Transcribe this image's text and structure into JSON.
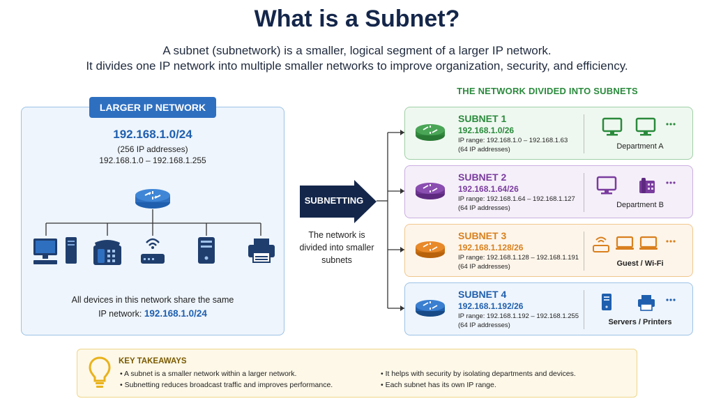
{
  "header": {
    "title": "What is a Subnet?",
    "subtitle_line1": "A subnet (subnetwork) is a smaller, logical segment of a larger IP network.",
    "subtitle_line2": "It divides one IP network into multiple smaller networks to improve organization, security, and efficiency."
  },
  "left": {
    "badge": "LARGER IP NETWORK",
    "ip": "192.168.1.0/24",
    "count": "(256 IP addresses)",
    "range": "192.168.1.0 – 192.168.1.255",
    "note_line1": "All devices in this network share the same",
    "note_prefix": "IP network: ",
    "note_ip": "192.168.1.0/24",
    "devices": [
      "desktop-computer-icon",
      "phone-icon",
      "wifi-router-icon",
      "server-icon",
      "printer-icon"
    ]
  },
  "middle": {
    "arrow_label": "SUBNETTING",
    "note": "The network is divided into smaller subnets"
  },
  "right": {
    "header": "THE NETWORK DIVIDED INTO SUBNETS",
    "subnets": [
      {
        "title": "SUBNET 1",
        "cidr": "192.168.1.0/26",
        "range": "IP range: 192.168.1.0 – 192.168.1.63",
        "count": "(64 IP addresses)",
        "dept": "Department A",
        "color": "#2a8a3c",
        "icons": [
          "monitor-icon",
          "monitor-icon",
          "more-icon"
        ]
      },
      {
        "title": "SUBNET 2",
        "cidr": "192.168.1.64/26",
        "range": "IP range: 192.168.1.64 – 192.168.1.127",
        "count": "(64 IP addresses)",
        "dept": "Department B",
        "color": "#7a3c9e",
        "icons": [
          "monitor-icon",
          "phone-icon",
          "more-icon"
        ]
      },
      {
        "title": "SUBNET 3",
        "cidr": "192.168.1.128/26",
        "range": "IP range: 192.168.1.128 – 192.168.1.191",
        "count": "(64 IP addresses)",
        "dept": "Guest / Wi-Fi",
        "color": "#d9801e",
        "icons": [
          "wifi-router-icon",
          "laptop-icon",
          "laptop-icon",
          "more-icon"
        ]
      },
      {
        "title": "SUBNET 4",
        "cidr": "192.168.1.192/26",
        "range": "IP range: 192.168.1.192 – 192.168.1.255",
        "count": "(64 IP addresses)",
        "dept": "Servers / Printers",
        "color": "#1f5fae",
        "icons": [
          "server-icon",
          "printer-icon",
          "more-icon"
        ]
      }
    ]
  },
  "takeaways": {
    "title": "KEY TAKEAWAYS",
    "items": [
      "A subnet is a smaller network within a larger network.",
      "Subnetting reduces broadcast traffic and improves performance.",
      "It helps with security by isolating departments and devices.",
      "Each subnet has its own IP range."
    ]
  }
}
